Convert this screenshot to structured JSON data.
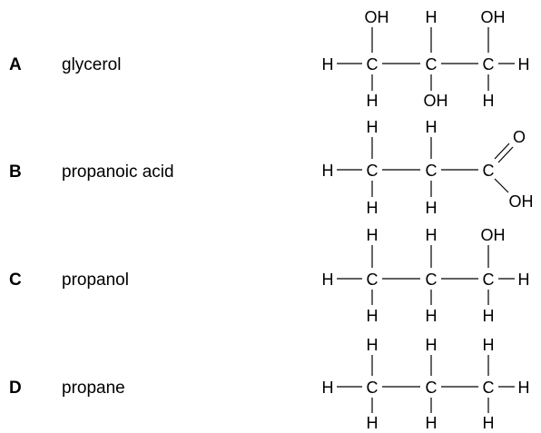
{
  "options": [
    {
      "letter": "A",
      "name": "glycerol",
      "atoms": {
        "h_left": "H",
        "c1": "C",
        "c2": "C",
        "c3": "C",
        "c1_top": "OH",
        "c2_top": "H",
        "c3_top": "OH",
        "c1_bottom": "H",
        "c2_bottom": "OH",
        "c3_bottom": "H",
        "h_right": "H"
      }
    },
    {
      "letter": "B",
      "name": "propanoic acid",
      "atoms": {
        "h_left": "H",
        "c1": "C",
        "c2": "C",
        "c3": "C",
        "c1_top": "H",
        "c2_top": "H",
        "c1_bottom": "H",
        "c2_bottom": "H",
        "o_double": "O",
        "oh": "OH"
      }
    },
    {
      "letter": "C",
      "name": "propanol",
      "atoms": {
        "h_left": "H",
        "c1": "C",
        "c2": "C",
        "c3": "C",
        "c1_top": "H",
        "c2_top": "H",
        "c3_top": "OH",
        "c1_bottom": "H",
        "c2_bottom": "H",
        "c3_bottom": "H",
        "h_right": "H"
      }
    },
    {
      "letter": "D",
      "name": "propane",
      "atoms": {
        "h_left": "H",
        "c1": "C",
        "c2": "C",
        "c3": "C",
        "c1_top": "H",
        "c2_top": "H",
        "c3_top": "H",
        "c1_bottom": "H",
        "c2_bottom": "H",
        "c3_bottom": "H",
        "h_right": "H"
      }
    }
  ]
}
